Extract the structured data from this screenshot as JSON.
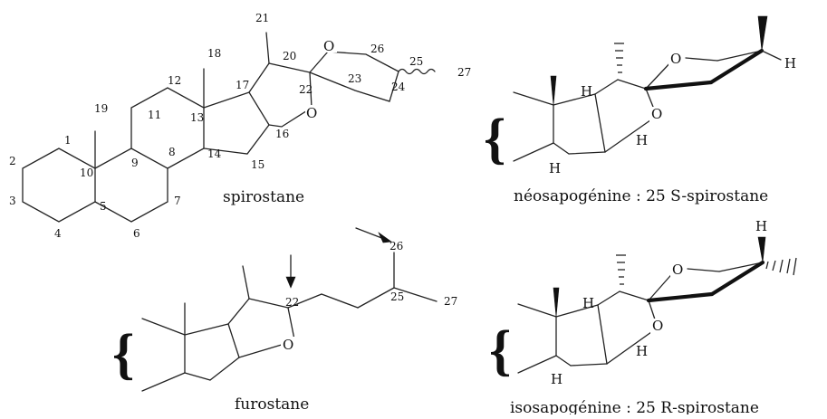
{
  "structures": {
    "spirostane": {
      "caption": "spirostane",
      "numbers": [
        "1",
        "2",
        "3",
        "4",
        "5",
        "6",
        "7",
        "8",
        "9",
        "10",
        "11",
        "12",
        "13",
        "14",
        "15",
        "16",
        "17",
        "18",
        "19",
        "20",
        "21",
        "22",
        "23",
        "24",
        "25",
        "26",
        "27"
      ],
      "oxygens": [
        "O",
        "O"
      ]
    },
    "neosapogenine": {
      "caption": "néosapogénine : 25 S-spirostane",
      "atoms": [
        "O",
        "O",
        "H",
        "H",
        "H",
        "H"
      ],
      "brace": "{"
    },
    "furostane": {
      "caption": "furostane",
      "numbers": [
        "22",
        "25",
        "26",
        "27"
      ],
      "oxygen": "O",
      "brace": "{"
    },
    "isosapogenine": {
      "caption": "isosapogénine : 25 R-spirostane",
      "atoms": [
        "O",
        "O",
        "H",
        "H",
        "H",
        "H"
      ],
      "brace": "{"
    }
  }
}
